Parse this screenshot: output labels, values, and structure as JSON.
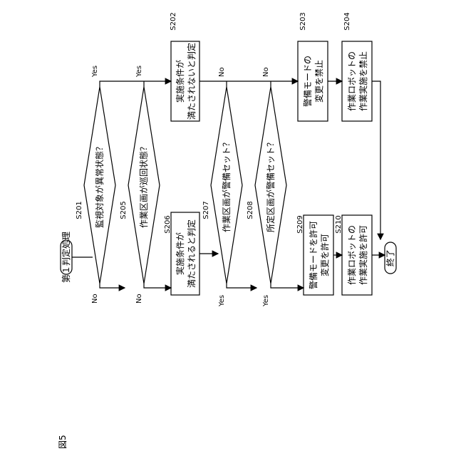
{
  "figure_label": "図5",
  "start": "第１判定処理",
  "end": "終了",
  "decisions": [
    {
      "id": "S201",
      "text": "監視対象が異常状態？",
      "yes": "Yes",
      "no": "No"
    },
    {
      "id": "S205",
      "text": "作業区画が巡回状態？",
      "yes": "Yes",
      "no": "No"
    },
    {
      "id": "S207",
      "text": "作業区画が警備セット？",
      "yes": "Yes",
      "no": "No"
    },
    {
      "id": "S208",
      "text": "所定区画が警備セット？",
      "yes": "Yes",
      "no": "No"
    }
  ],
  "processes": [
    {
      "id": "S202",
      "lines": [
        "実施条件が",
        "満たされないと判定"
      ]
    },
    {
      "id": "S203",
      "lines": [
        "警備モードの",
        "変更を禁止"
      ]
    },
    {
      "id": "S204",
      "lines": [
        "作業ロボットの",
        "作業実施を禁止"
      ]
    },
    {
      "id": "S206",
      "lines": [
        "実施条件が",
        "満たされると判定"
      ]
    },
    {
      "id": "S209",
      "lines": [
        "警備モードを許可",
        "変更を許可"
      ]
    },
    {
      "id": "S210",
      "lines": [
        "作業ロボットの",
        "作業実施を許可"
      ]
    }
  ]
}
